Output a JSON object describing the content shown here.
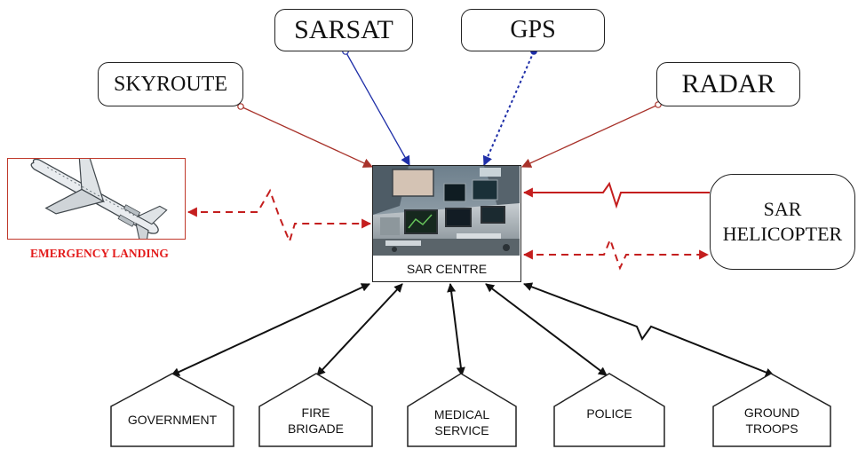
{
  "sources": {
    "skyroute": "SKYROUTE",
    "sarsat": "SARSAT",
    "gps": "GPS",
    "radar": "RADAR"
  },
  "centre": {
    "label": "SAR CENTRE"
  },
  "helicopter": {
    "line1": "SAR",
    "line2": "HELICOPTER"
  },
  "emergency": {
    "label": "EMERGENCY LANDING"
  },
  "agencies": {
    "government": {
      "line1": "GOVERNMENT"
    },
    "fire_brigade": {
      "line1": "FIRE",
      "line2": "BRIGADE"
    },
    "medical_service": {
      "line1": "MEDICAL",
      "line2": "SERVICE"
    },
    "police": {
      "line1": "POLICE"
    },
    "ground_troops": {
      "line1": "GROUND",
      "line2": "TROOPS"
    }
  },
  "colors": {
    "signal_red": "#c0392b",
    "alert_red": "#e31b1b",
    "satellite_blue": "#1f2fa8",
    "link_black": "#111111"
  }
}
